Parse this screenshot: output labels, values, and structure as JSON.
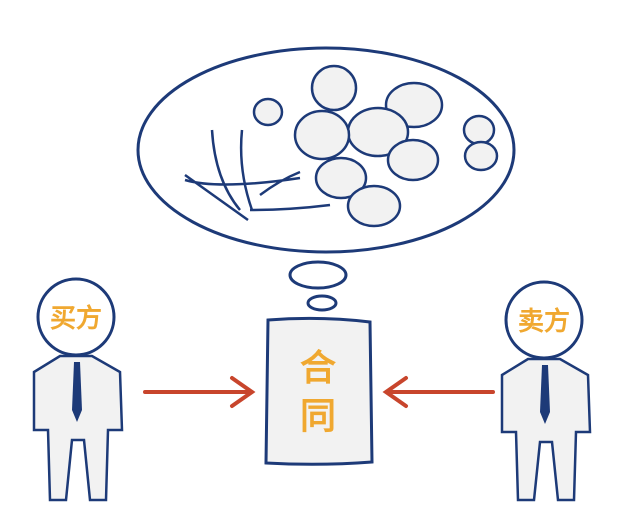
{
  "buyer": {
    "label": "买方"
  },
  "seller": {
    "label": "卖方"
  },
  "contract": {
    "line1": "合",
    "line2": "同"
  },
  "colors": {
    "outline": "#1d3a78",
    "text": "#f0a830",
    "arrow": "#c8452c",
    "fill": "#f2f2f2",
    "tie": "#1d3a78"
  }
}
